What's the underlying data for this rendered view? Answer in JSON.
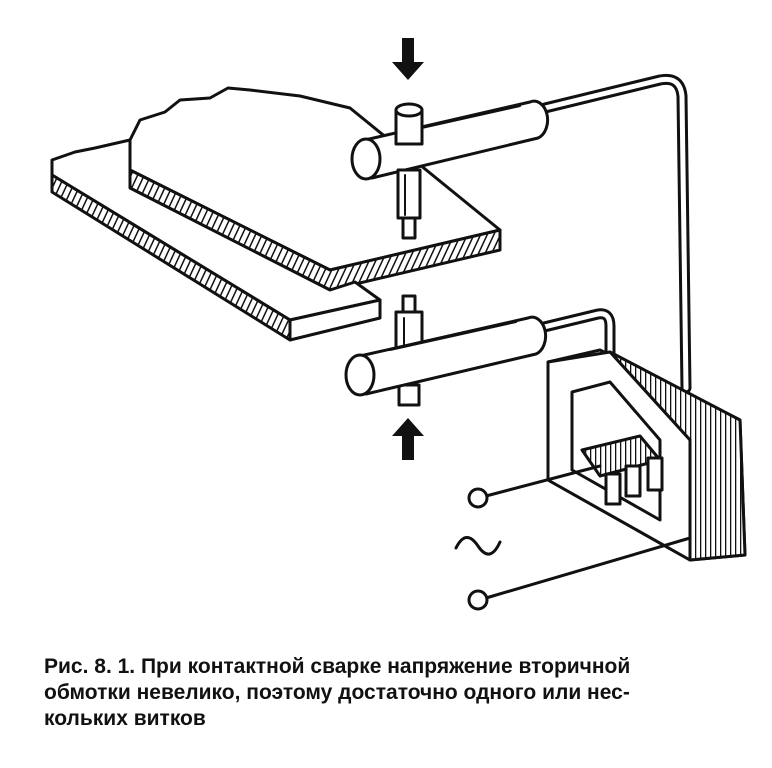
{
  "figure": {
    "ink_color": "#111111",
    "paper_color": "#ffffff",
    "symbols": {
      "down_arrow": "arrow-down-icon",
      "up_arrow": "arrow-up-icon",
      "ac_source": "tilde-ac-icon",
      "terminals": "terminal-circle-icon"
    }
  },
  "caption": {
    "line1": "Рис. 8. 1. При контактной сварке напряжение вторичной",
    "line2": "обмотки невелико, поэтому достаточно одного или нес-",
    "line3": "кольких витков"
  }
}
